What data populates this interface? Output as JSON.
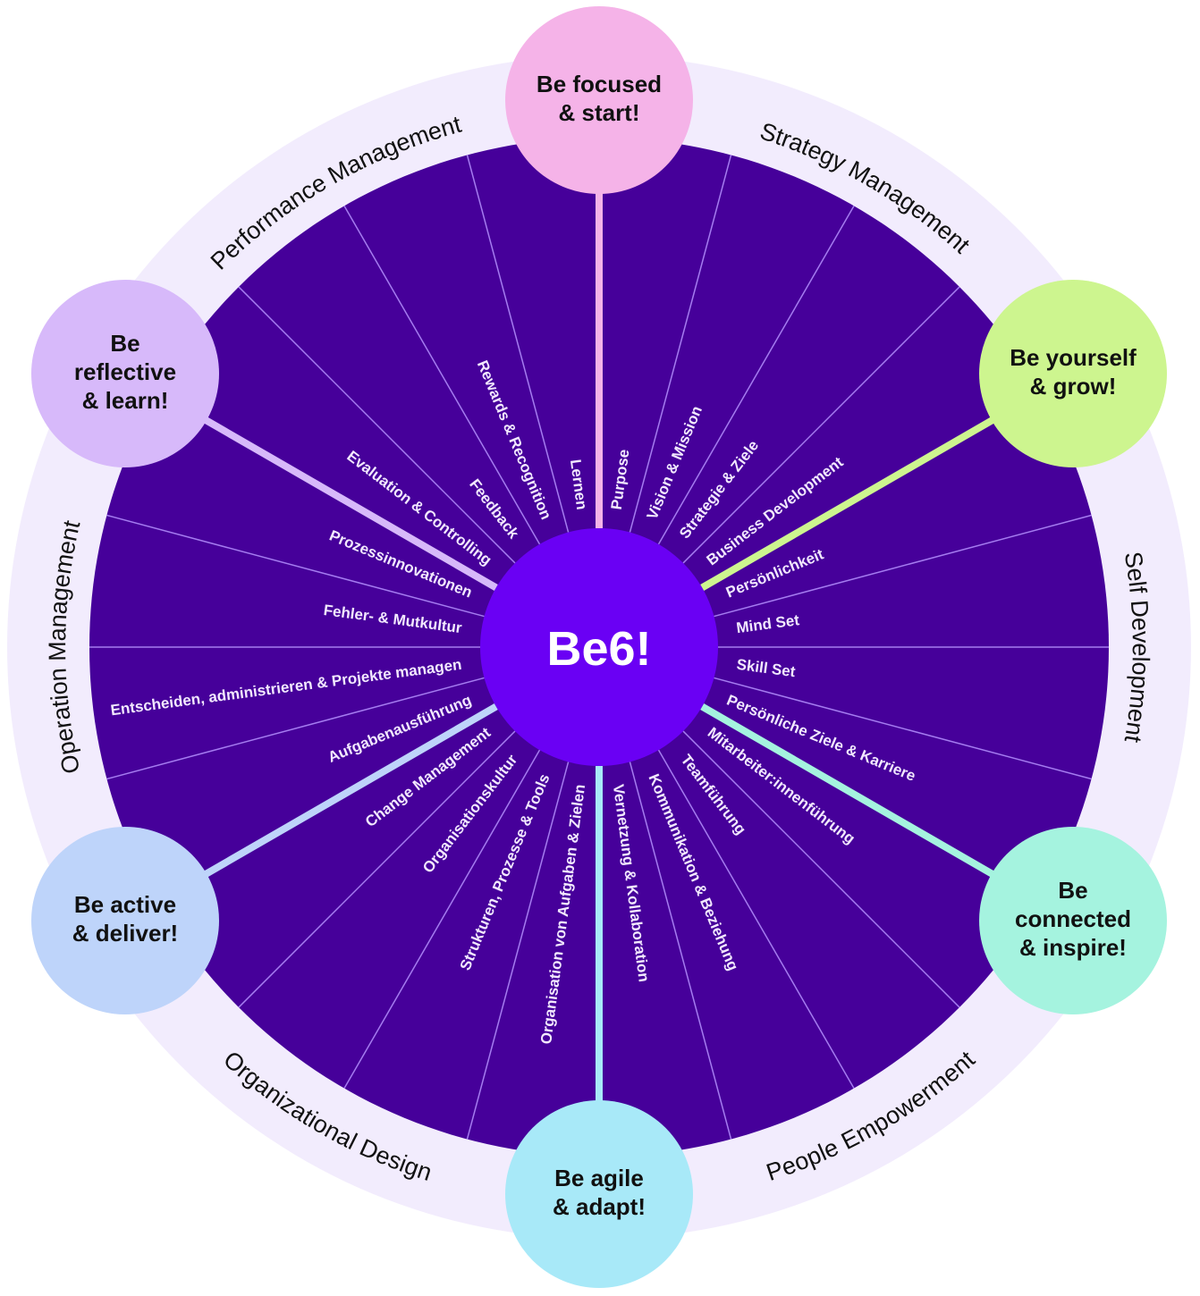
{
  "center": {
    "label": "Be6!",
    "color": "#6a00f4"
  },
  "colors": {
    "disc": "#46009a",
    "outer_ring": "#f2ecfd",
    "divider": "#a57cf0",
    "slice_text": "#f2e8ff",
    "node_text": "#111111"
  },
  "nodes": [
    {
      "id": "focused",
      "lines": [
        "Be focused",
        "& start!"
      ],
      "color": "#f5b3e8"
    },
    {
      "id": "yourself",
      "lines": [
        "Be yourself",
        "& grow!"
      ],
      "color": "#cdf58f"
    },
    {
      "id": "connected",
      "lines": [
        "Be",
        "connected",
        "& inspire!"
      ],
      "color": "#a5f3df"
    },
    {
      "id": "agile",
      "lines": [
        "Be agile",
        "& adapt!"
      ],
      "color": "#a8e9f8"
    },
    {
      "id": "active",
      "lines": [
        "Be active",
        "& deliver!"
      ],
      "color": "#bed4fa"
    },
    {
      "id": "reflective",
      "lines": [
        "Be",
        "reflective",
        "& learn!"
      ],
      "color": "#d7b9fa"
    }
  ],
  "sectors": [
    {
      "title": "Strategy Management",
      "items": [
        "Purpose",
        "Vision & Mission",
        "Strategie & Ziele",
        "Business Development"
      ]
    },
    {
      "title": "Self Development",
      "items": [
        "Persönlichkeit",
        "Mind Set",
        "Skill Set",
        "Persönliche Ziele & Karriere"
      ]
    },
    {
      "title": "People Empowerment",
      "items": [
        "Mitarbeiter:innenführung",
        "Teamführung",
        "Kommunikation & Beziehung",
        "Vernetzung & Kollaboration"
      ]
    },
    {
      "title": "Organizational Design",
      "items": [
        "Organisation von Aufgaben & Zielen",
        "Strukturen, Prozesse & Tools",
        "Organisationskultur",
        "Change Management"
      ]
    },
    {
      "title": "Operation Management",
      "items": [
        "Aufgabenausführung",
        "Entscheiden, administrieren & Projekte managen",
        "Fehler- & Mutkultur",
        "Prozessinnovationen"
      ]
    },
    {
      "title": "Performance Management",
      "items": [
        "Evaluation & Controlling",
        "Feedback",
        "Rewards & Recognition",
        "Lernen"
      ]
    }
  ]
}
